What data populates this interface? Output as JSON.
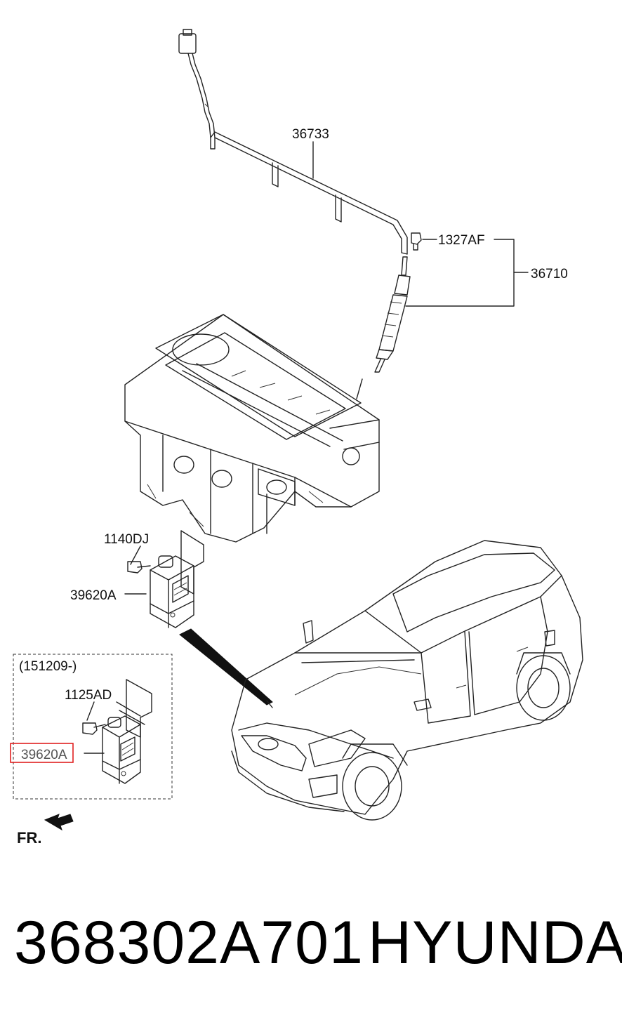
{
  "callouts": {
    "glow_wire_harness": "36733",
    "bolt": "1327AF",
    "glow_plug": "36710",
    "bolt_upper": "1140DJ",
    "relay_upper": "39620A",
    "revision_note": "(151209-)",
    "bolt_lower": "1125AD",
    "relay_lower": "39620A"
  },
  "direction_label": "FR.",
  "highlight_color": "#e02020",
  "footer": {
    "part_number": "368302A701",
    "brand": "HYUNDAI"
  }
}
